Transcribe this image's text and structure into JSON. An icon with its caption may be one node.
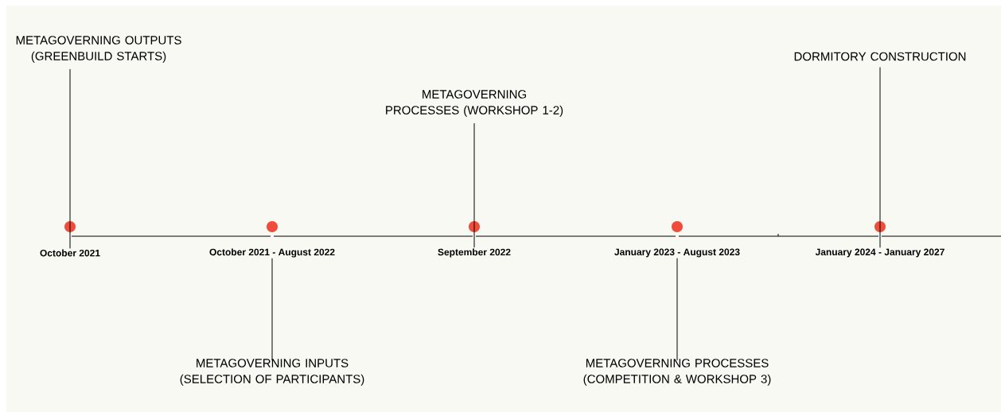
{
  "diagram": {
    "nodes": [
      {
        "text": [
          "METAGOVERNING OUTPUTS (GREENBUILD STARTS)"
        ]
      },
      {
        "text": [
          "October 2021"
        ]
      },
      {
        "text": [
          "METAGOVERNING INPUTS (SELECTION OF PARTICIPANTS)"
        ]
      },
      {
        "text": [
          "October 2021 - August 2022"
        ]
      },
      {
        "text": [
          "METAGOVERNING PROCESSES (WORKSHOP 1-2)"
        ]
      },
      {
        "text": [
          "September 2022"
        ]
      },
      {
        "text": [
          "METAGOVERNING PROCESSES (COMPETITION & WORKSHOP 3)"
        ]
      },
      {
        "text": [
          "January 2023 - August 2023"
        ]
      },
      {
        "text": [
          "DORMITORY CONSTRUCTION"
        ]
      },
      {
        "text": [
          "January 2024 - January 2027"
        ]
      }
    ],
    "edges": [
      {
        "from": 0,
        "to": 1,
        "arrow": "none"
      },
      {
        "from": 2,
        "to": 3,
        "arrow": "none"
      },
      {
        "from": 4,
        "to": 5,
        "arrow": "none"
      },
      {
        "from": 6,
        "to": 7,
        "arrow": "none"
      },
      {
        "from": 8,
        "to": 9,
        "arrow": "none"
      }
    ]
  }
}
